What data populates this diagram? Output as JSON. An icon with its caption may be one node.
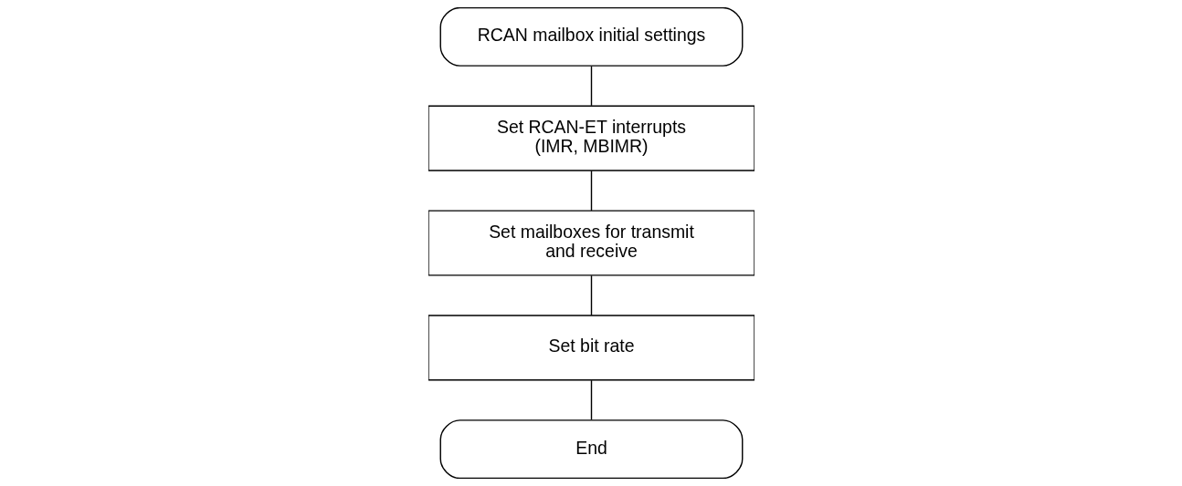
{
  "diagram": {
    "nodes": [
      {
        "text": [
          "RCAN mailbox initial settings"
        ]
      },
      {
        "text": [
          "Set RCAN-ET interrupts (IMR, MBIMR)"
        ]
      },
      {
        "text": [
          "Set mailboxes for transmit and receive"
        ]
      },
      {
        "text": [
          "Set bit rate"
        ]
      },
      {
        "text": [
          "End"
        ]
      }
    ],
    "edges": [
      {
        "from": 0,
        "to": 1,
        "arrow": "none"
      },
      {
        "from": 1,
        "to": 2,
        "arrow": "none"
      },
      {
        "from": 2,
        "to": 3,
        "arrow": "none"
      },
      {
        "from": 3,
        "to": 4,
        "arrow": "none"
      }
    ]
  }
}
